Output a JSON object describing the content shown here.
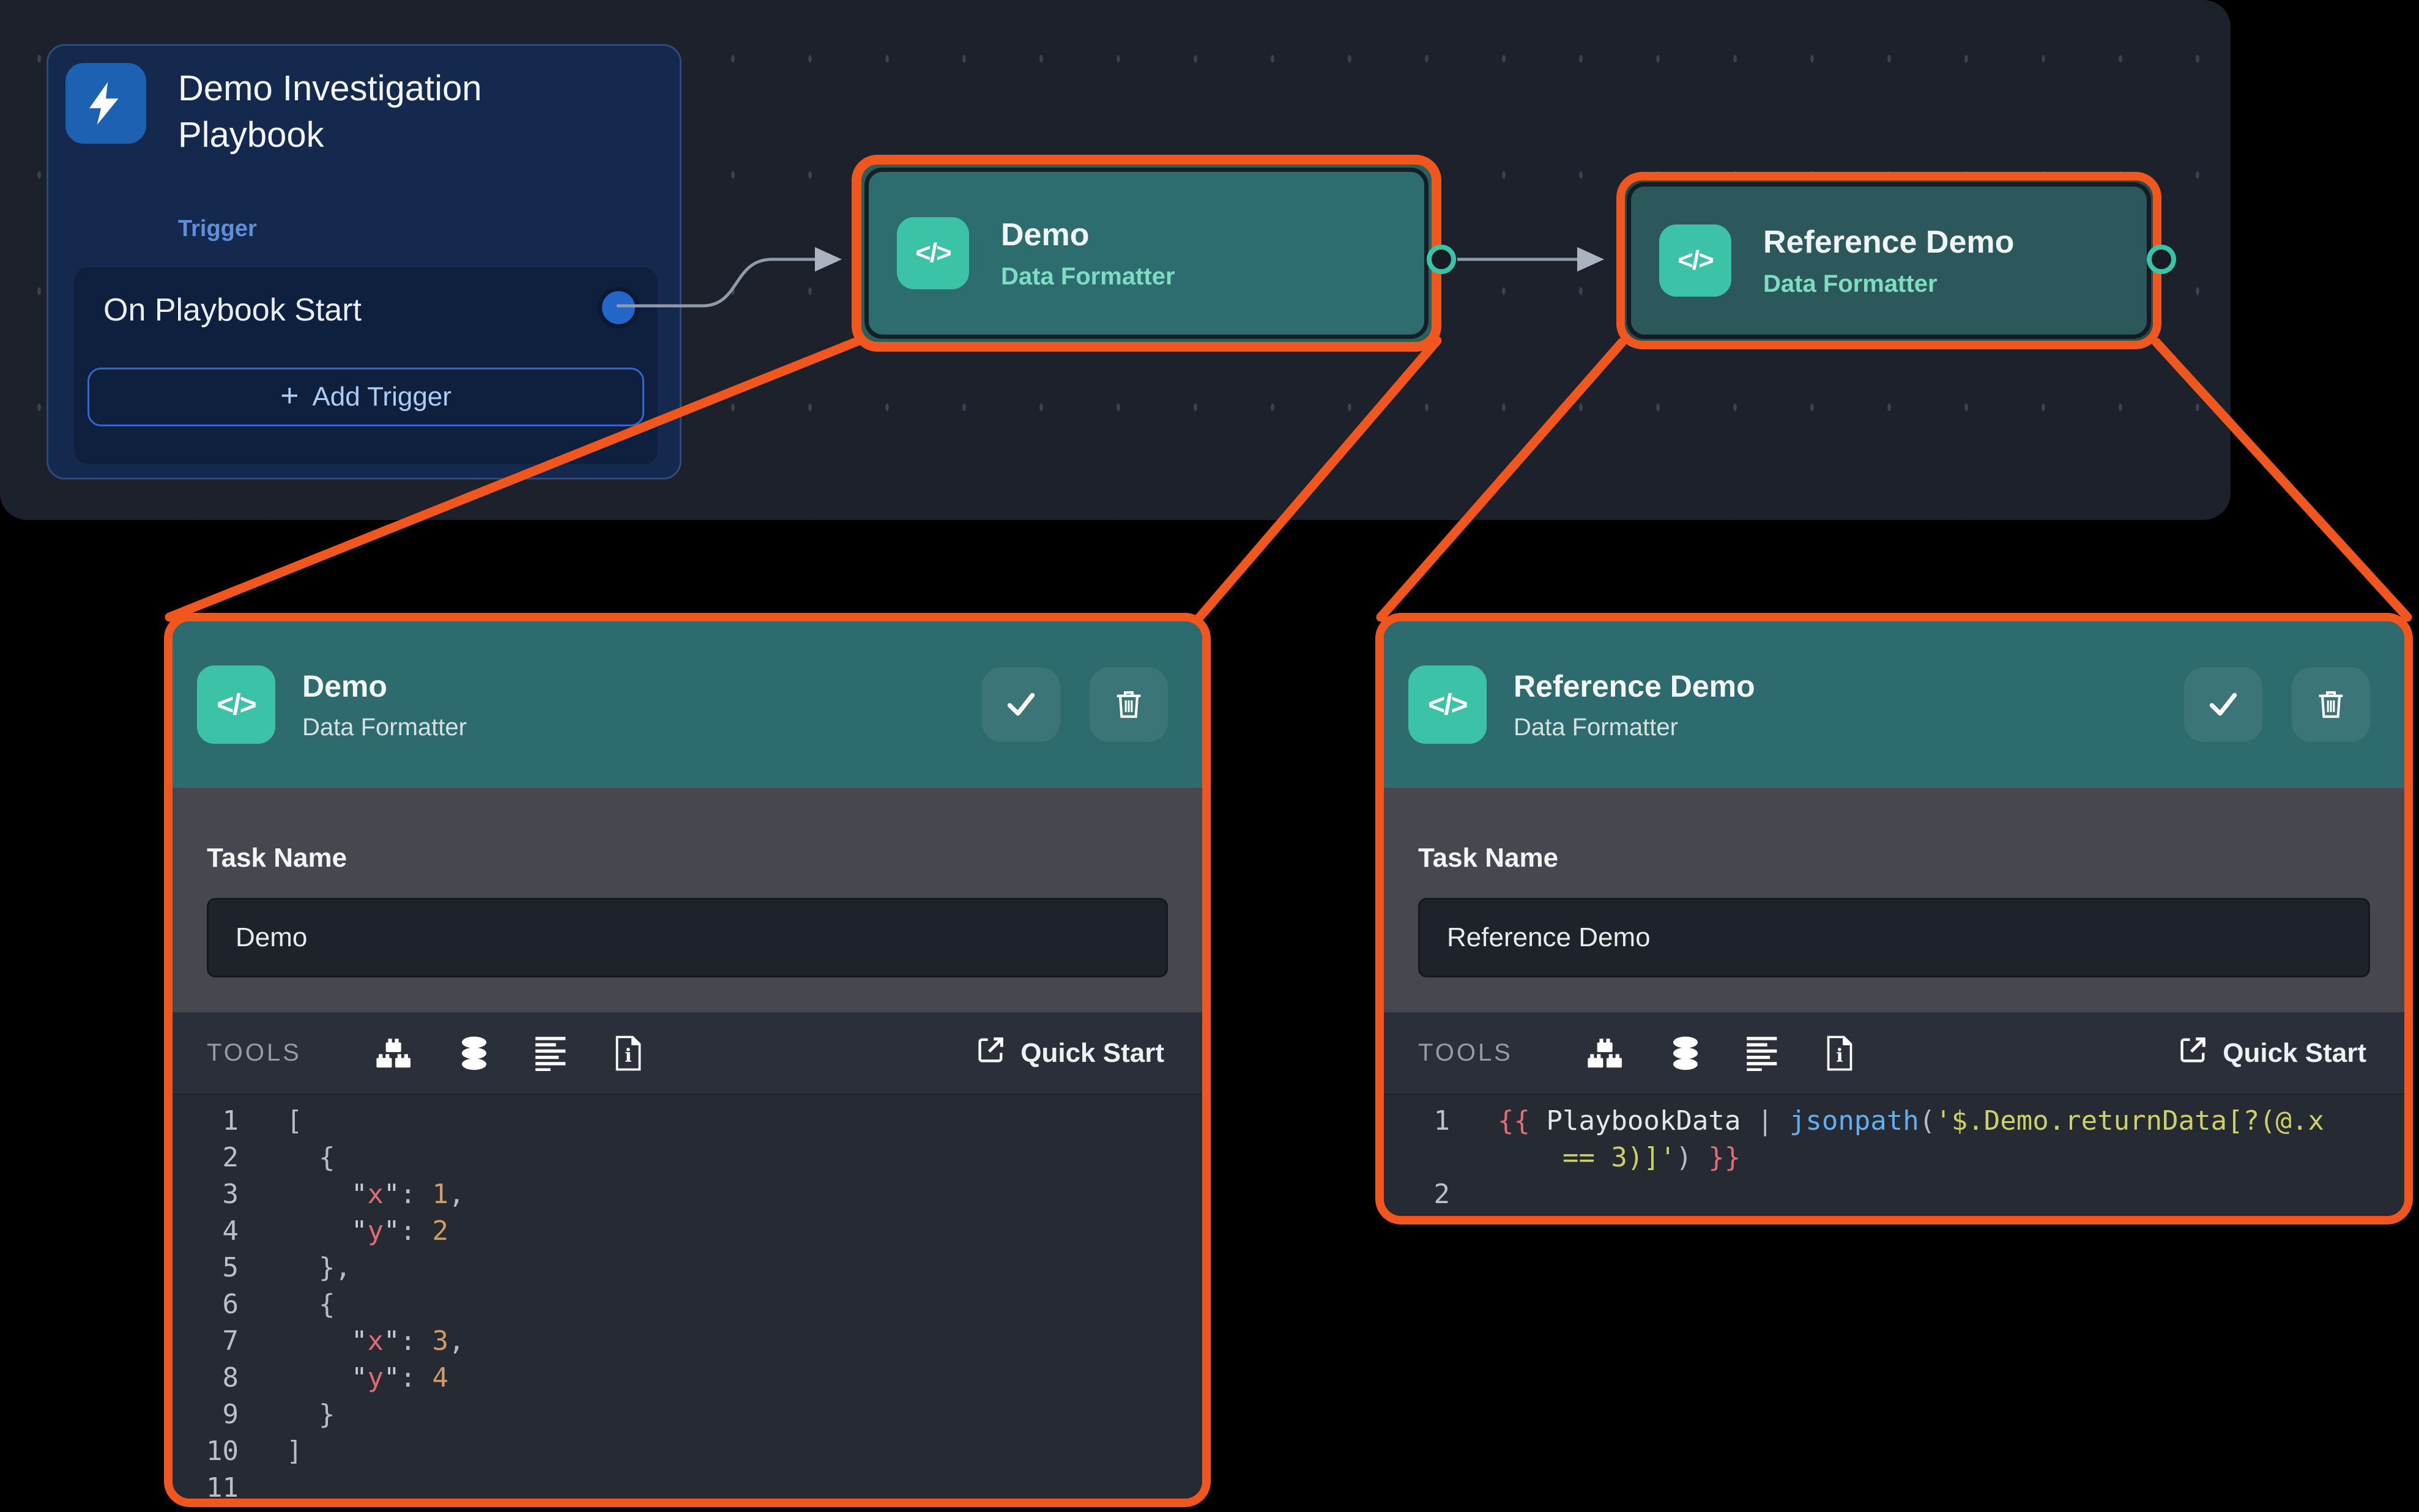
{
  "canvas": {
    "trigger_card": {
      "title": "Demo Investigation Playbook",
      "type_label": "Trigger",
      "event_label": "On Playbook Start",
      "add_trigger_plus": "+",
      "add_trigger_label": "Add Trigger"
    },
    "nodes": [
      {
        "title": "Demo",
        "subtitle": "Data Formatter",
        "icon_glyph": "</>"
      },
      {
        "title": "Reference Demo",
        "subtitle": "Data Formatter",
        "icon_glyph": "</>"
      }
    ]
  },
  "panels": [
    {
      "title": "Demo",
      "subtitle": "Data Formatter",
      "icon_glyph": "</>",
      "task_name_label": "Task Name",
      "task_name_value": "Demo",
      "tools_label": "TOOLS",
      "quick_start_label": "Quick Start",
      "code_lines": [
        {
          "n": "1",
          "t": [
            [
              "p",
              "["
            ]
          ]
        },
        {
          "n": "2",
          "t": [
            [
              "p",
              "  {"
            ]
          ]
        },
        {
          "n": "3",
          "t": [
            [
              "p",
              "    "
            ],
            [
              "q",
              "\""
            ],
            [
              "k",
              "x"
            ],
            [
              "q",
              "\""
            ],
            [
              "p",
              ": "
            ],
            [
              "num",
              "1"
            ],
            [
              "p",
              ","
            ]
          ]
        },
        {
          "n": "4",
          "t": [
            [
              "p",
              "    "
            ],
            [
              "q",
              "\""
            ],
            [
              "k",
              "y"
            ],
            [
              "q",
              "\""
            ],
            [
              "p",
              ": "
            ],
            [
              "num",
              "2"
            ]
          ]
        },
        {
          "n": "5",
          "t": [
            [
              "p",
              "  },"
            ]
          ]
        },
        {
          "n": "6",
          "t": [
            [
              "p",
              "  {"
            ]
          ]
        },
        {
          "n": "7",
          "t": [
            [
              "p",
              "    "
            ],
            [
              "q",
              "\""
            ],
            [
              "k",
              "x"
            ],
            [
              "q",
              "\""
            ],
            [
              "p",
              ": "
            ],
            [
              "num",
              "3"
            ],
            [
              "p",
              ","
            ]
          ]
        },
        {
          "n": "8",
          "t": [
            [
              "p",
              "    "
            ],
            [
              "q",
              "\""
            ],
            [
              "k",
              "y"
            ],
            [
              "q",
              "\""
            ],
            [
              "p",
              ": "
            ],
            [
              "num",
              "4"
            ]
          ]
        },
        {
          "n": "9",
          "t": [
            [
              "p",
              "  }"
            ]
          ]
        },
        {
          "n": "10",
          "t": [
            [
              "p",
              "]"
            ]
          ]
        },
        {
          "n": "11",
          "t": []
        }
      ]
    },
    {
      "title": "Reference Demo",
      "subtitle": "Data Formatter",
      "icon_glyph": "</>",
      "task_name_label": "Task Name",
      "task_name_value": "Reference Demo",
      "tools_label": "TOOLS",
      "quick_start_label": "Quick Start",
      "code_lines": [
        {
          "n": "1",
          "t": [
            [
              "b",
              "{{"
            ],
            [
              "v",
              " PlaybookData "
            ],
            [
              "p",
              "| "
            ],
            [
              "f",
              "jsonpath"
            ],
            [
              "p",
              "("
            ],
            [
              "s",
              "'$.Demo.returnData[?(@.x"
            ]
          ]
        },
        {
          "n": "",
          "t": [
            [
              "s",
              "    == 3)]'"
            ],
            [
              "p",
              ") "
            ],
            [
              "b",
              "}}"
            ]
          ]
        },
        {
          "n": "2",
          "t": []
        }
      ]
    }
  ],
  "colors": {
    "accent_orange": "#f0571f",
    "teal_header": "#2d6b6e",
    "icon_teal": "#3cc2a6",
    "trigger_blue": "#1d61b3",
    "canvas_bg": "#1c212c",
    "panel_gray": "#47484f",
    "code_bg": "#262a33"
  }
}
